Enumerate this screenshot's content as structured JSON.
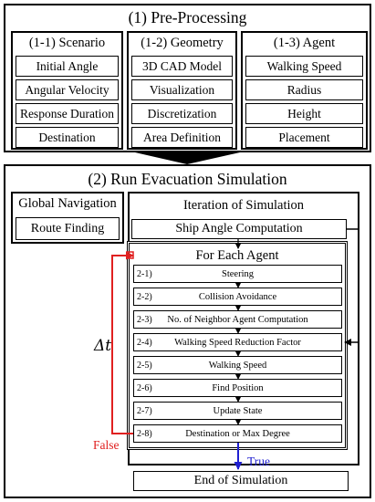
{
  "preprocessing": {
    "title": "(1) Pre-Processing",
    "scenario": {
      "title": "(1-1) Scenario",
      "items": [
        "Initial Angle",
        "Angular Velocity",
        "Response Duration",
        "Destination"
      ]
    },
    "geometry": {
      "title": "(1-2) Geometry",
      "items": [
        "3D CAD Model",
        "Visualization",
        "Discretization",
        "Area Definition"
      ]
    },
    "agent": {
      "title": "(1-3) Agent",
      "items": [
        "Walking Speed",
        "Radius",
        "Height",
        "Placement"
      ]
    }
  },
  "simulation": {
    "title": "(2) Run Evacuation Simulation",
    "global_navigation": "Global Navigation",
    "route_finding": "Route Finding",
    "iteration": "Iteration of Simulation",
    "ship_angle": "Ship Angle Computation",
    "for_each_agent": "For Each Agent",
    "steps": [
      {
        "num": "2-1)",
        "label": "Steering"
      },
      {
        "num": "2-2)",
        "label": "Collision Avoidance"
      },
      {
        "num": "2-3)",
        "label": "No. of Neighbor Agent Computation"
      },
      {
        "num": "2-4)",
        "label": "Walking Speed Reduction Factor"
      },
      {
        "num": "2-5)",
        "label": "Walking Speed"
      },
      {
        "num": "2-6)",
        "label": "Find Position"
      },
      {
        "num": "2-7)",
        "label": "Update State"
      },
      {
        "num": "2-8)",
        "label": "Destination or Max Degree"
      }
    ],
    "delta_t": "Δt",
    "false_label": "False",
    "true_label": "True",
    "end": "End of Simulation"
  },
  "colors": {
    "false_arrow": "#e02020",
    "true_arrow": "#1f1fd0"
  }
}
